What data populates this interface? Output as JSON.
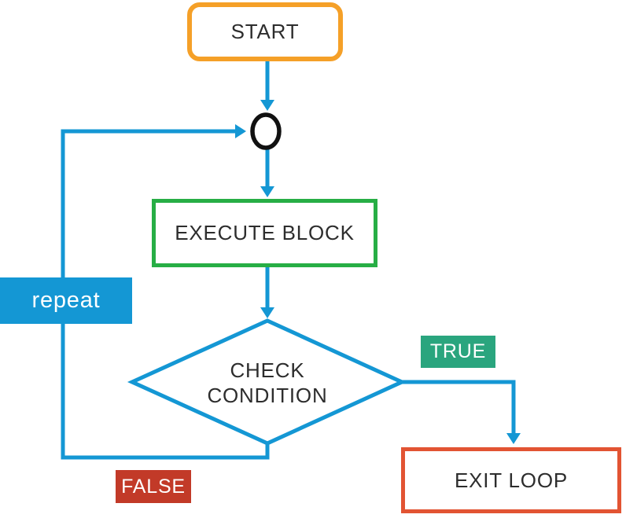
{
  "diagram": {
    "type": "flowchart",
    "nodes": {
      "start": {
        "label": "START",
        "shape": "rounded-rect"
      },
      "junction": {
        "shape": "circle"
      },
      "execute_block": {
        "label": "EXECUTE BLOCK",
        "shape": "rect"
      },
      "check_condition": {
        "line1": "CHECK",
        "line2": "CONDITION",
        "shape": "diamond"
      },
      "exit_loop": {
        "label": "EXIT LOOP",
        "shape": "rect"
      }
    },
    "edge_labels": {
      "repeat_label": "repeat",
      "true_label": "TRUE",
      "false_label": "FALSE"
    }
  },
  "colors": {
    "background": "#FFFFFF",
    "connector-blue": "#1497D4",
    "start-border": "#F5A028",
    "execute-border": "#27AE45",
    "exit-border": "#E25433",
    "true-bg": "#2AA57E",
    "false-bg": "#C23A28",
    "repeat-bg": "#1497D4",
    "junction-stroke": "#111111",
    "text-dark": "#2D2D2D"
  }
}
